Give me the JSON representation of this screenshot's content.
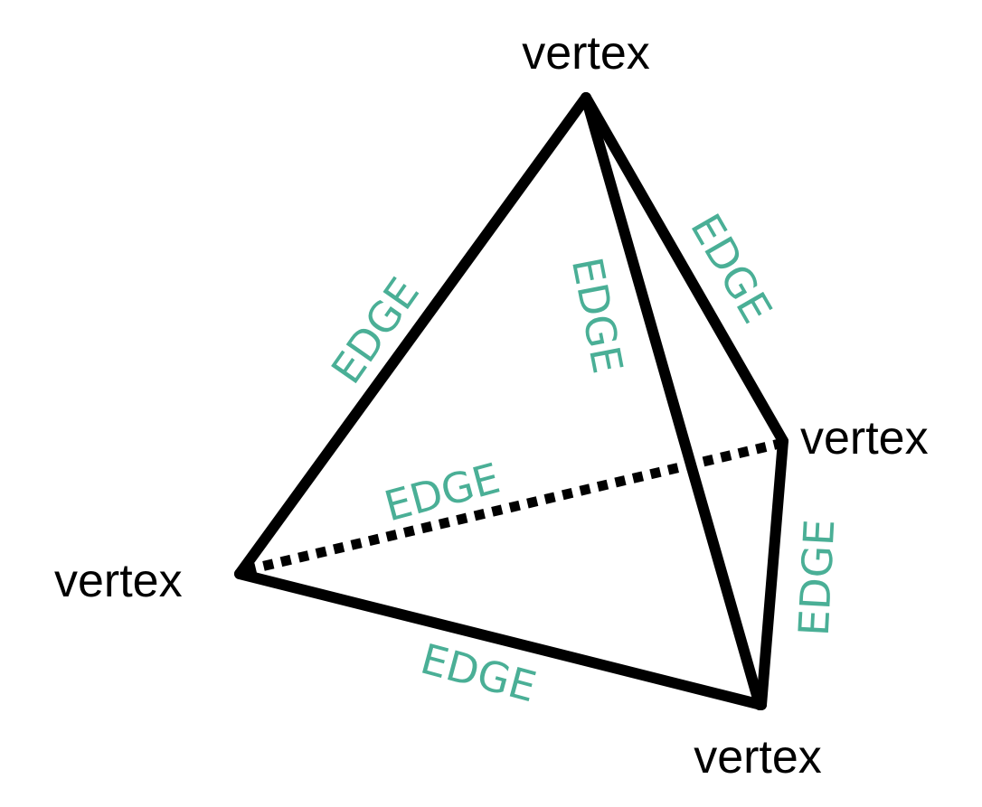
{
  "diagram": {
    "type": "tetrahedron",
    "colors": {
      "edge_label": "#4aaf96",
      "line": "#000000"
    },
    "vertices": [
      {
        "id": "top",
        "label": "vertex"
      },
      {
        "id": "right",
        "label": "vertex"
      },
      {
        "id": "left",
        "label": "vertex"
      },
      {
        "id": "bottom",
        "label": "vertex"
      }
    ],
    "edges": [
      {
        "from": "top",
        "to": "left",
        "label": "EDGE",
        "style": "solid"
      },
      {
        "from": "top",
        "to": "bottom",
        "label": "EDGE",
        "style": "solid"
      },
      {
        "from": "top",
        "to": "right",
        "label": "EDGE",
        "style": "solid"
      },
      {
        "from": "left",
        "to": "right",
        "label": "EDGE",
        "style": "dotted"
      },
      {
        "from": "right",
        "to": "bottom",
        "label": "EDGE",
        "style": "solid"
      },
      {
        "from": "left",
        "to": "bottom",
        "label": "EDGE",
        "style": "solid"
      }
    ]
  }
}
